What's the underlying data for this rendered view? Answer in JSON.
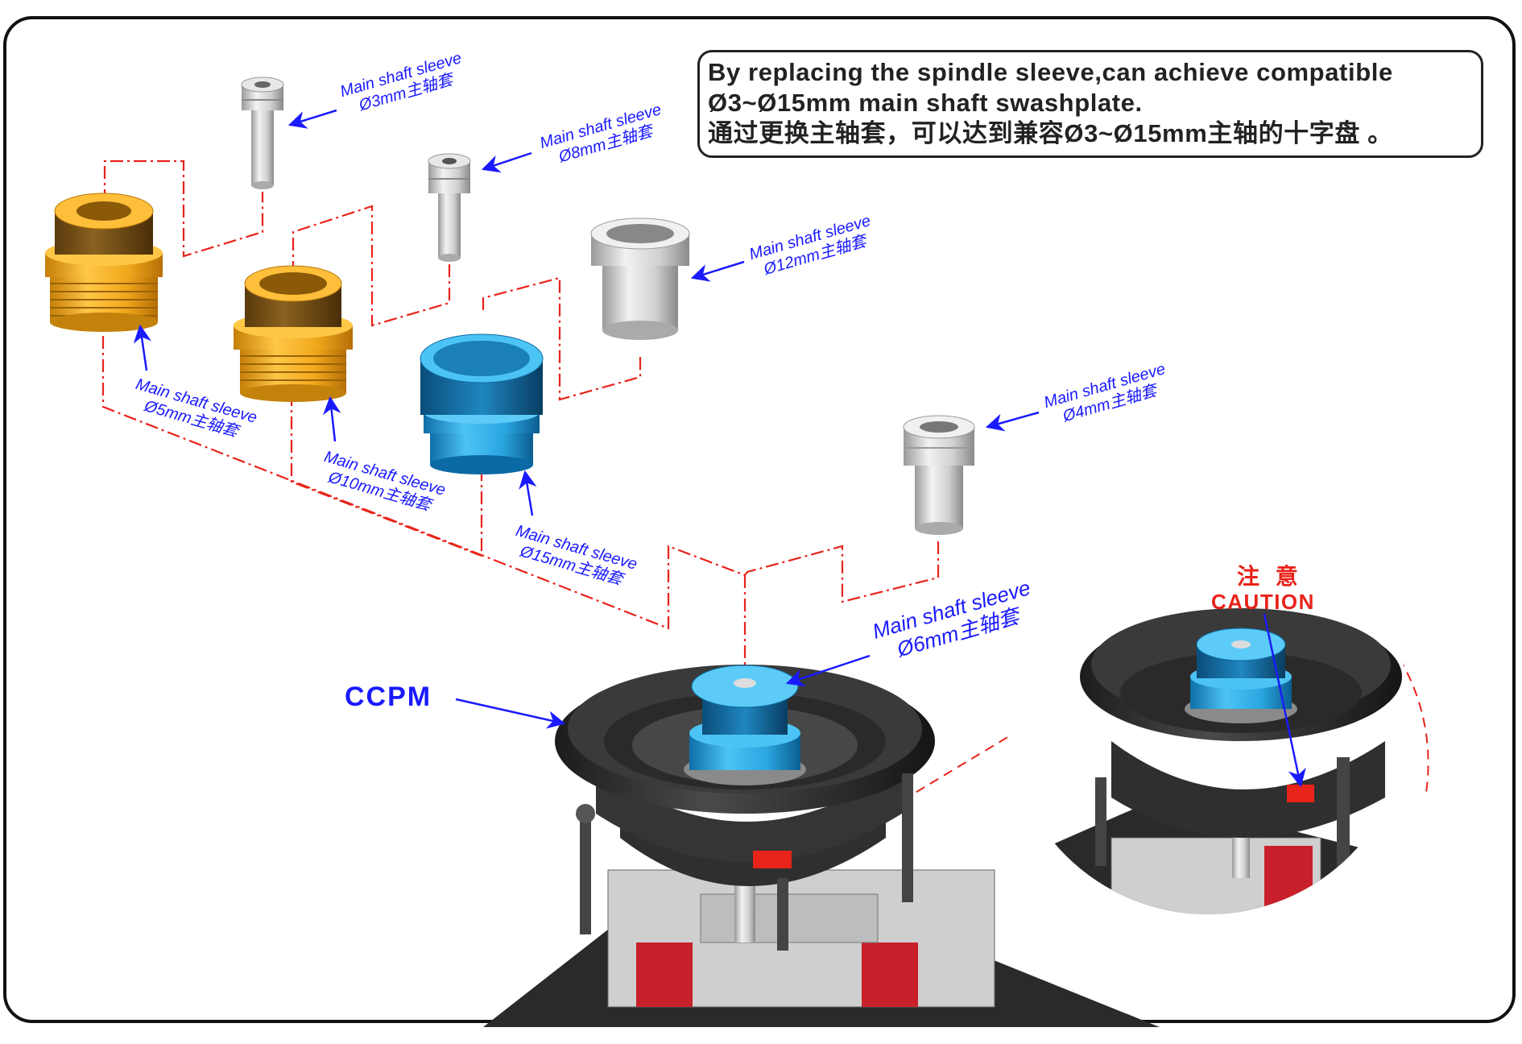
{
  "note": {
    "line1": "By replacing the spindle sleeve,can achieve compatible",
    "line2": "Ø3~Ø15mm main shaft swashplate.",
    "line3": "通过更换主轴套，可以达到兼容Ø3~Ø15mm主轴的十字盘 。"
  },
  "labels": {
    "s3": {
      "line1": "Main shaft sleeve",
      "line2": "Ø3mm主轴套"
    },
    "s8": {
      "line1": "Main shaft sleeve",
      "line2": "Ø8mm主轴套"
    },
    "s12": {
      "line1": "Main shaft sleeve",
      "line2": "Ø12mm主轴套"
    },
    "s4": {
      "line1": "Main shaft sleeve",
      "line2": "Ø4mm主轴套"
    },
    "s5": {
      "line1": "Main shaft sleeve",
      "line2": "Ø5mm主轴套"
    },
    "s10": {
      "line1": "Main shaft sleeve",
      "line2": "Ø10mm主轴套"
    },
    "s15": {
      "line1": "Main shaft sleeve",
      "line2": "Ø15mm主轴套"
    },
    "s6": {
      "line1": "Main shaft sleeve",
      "line2": "Ø6mm主轴套"
    }
  },
  "ccpm": "CCPM",
  "caution": {
    "cn": "注 意",
    "en": "CAUTION"
  },
  "colors": {
    "label_blue": "#1a1aff",
    "guide_red": "#e8231a",
    "gold": "#f0a81c",
    "anodized_blue": "#2aa6e0",
    "silver": "#d6d6d6",
    "plastic_black": "#2b2b2b"
  }
}
